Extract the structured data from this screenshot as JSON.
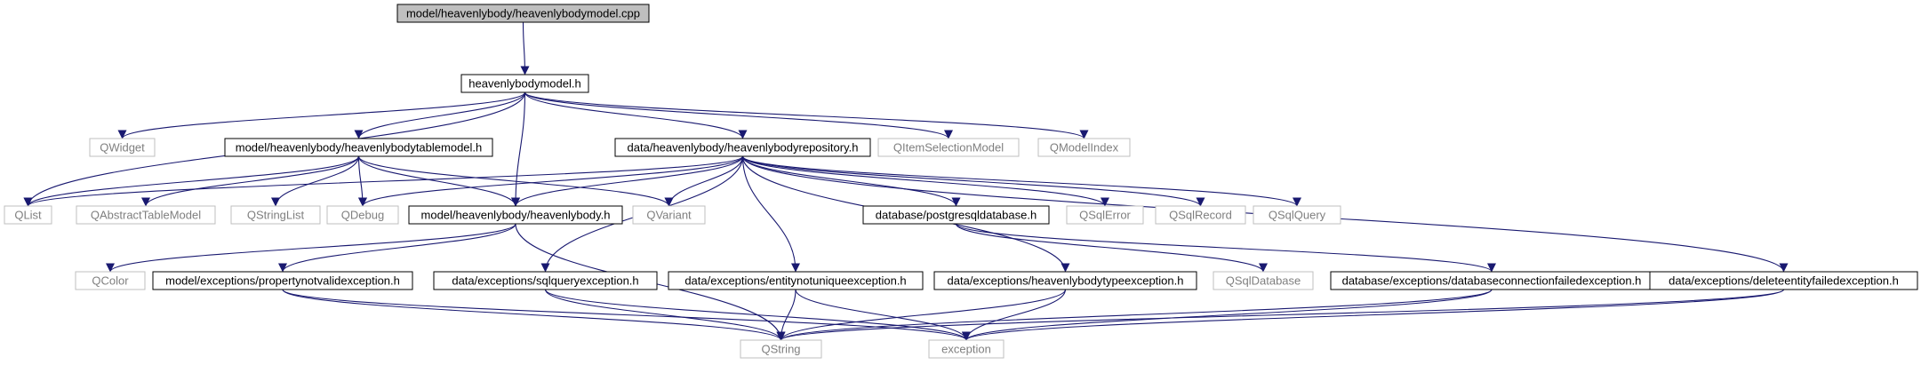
{
  "colors": {
    "edge": "#191970",
    "box_border_doc": "#000000",
    "box_border_ext": "#bfbfbf",
    "root_fill": "#bfbfbf",
    "doc_text": "#000000",
    "ext_text": "#7f7f7f"
  },
  "nodes": [
    {
      "id": "root",
      "label": "model/heavenlybody/heavenlybodymodel.cpp",
      "kind": "root"
    },
    {
      "id": "hbmodel",
      "label": "heavenlybodymodel.h",
      "kind": "doc"
    },
    {
      "id": "qwidget",
      "label": "QWidget",
      "kind": "ext"
    },
    {
      "id": "tablemodel",
      "label": "model/heavenlybody/heavenlybodytablemodel.h",
      "kind": "doc"
    },
    {
      "id": "repo",
      "label": "data/heavenlybody/heavenlybodyrepository.h",
      "kind": "doc"
    },
    {
      "id": "qitemsel",
      "label": "QItemSelectionModel",
      "kind": "ext"
    },
    {
      "id": "qmodelindex",
      "label": "QModelIndex",
      "kind": "ext"
    },
    {
      "id": "qlist",
      "label": "QList",
      "kind": "ext"
    },
    {
      "id": "qabstract",
      "label": "QAbstractTableModel",
      "kind": "ext"
    },
    {
      "id": "qstringlist",
      "label": "QStringList",
      "kind": "ext"
    },
    {
      "id": "qdebug",
      "label": "QDebug",
      "kind": "ext"
    },
    {
      "id": "hb",
      "label": "model/heavenlybody/heavenlybody.h",
      "kind": "doc"
    },
    {
      "id": "qvariant",
      "label": "QVariant",
      "kind": "ext"
    },
    {
      "id": "pgdb",
      "label": "database/postgresqldatabase.h",
      "kind": "doc"
    },
    {
      "id": "qsqlerror",
      "label": "QSqlError",
      "kind": "ext"
    },
    {
      "id": "qsqlrecord",
      "label": "QSqlRecord",
      "kind": "ext"
    },
    {
      "id": "qsqlquery",
      "label": "QSqlQuery",
      "kind": "ext"
    },
    {
      "id": "qcolor",
      "label": "QColor",
      "kind": "ext"
    },
    {
      "id": "propexc",
      "label": "model/exceptions/propertynotvalidexception.h",
      "kind": "doc"
    },
    {
      "id": "sqlexc",
      "label": "data/exceptions/sqlqueryexception.h",
      "kind": "doc"
    },
    {
      "id": "entexc",
      "label": "data/exceptions/entitynotuniqueexception.h",
      "kind": "doc"
    },
    {
      "id": "hbtypeexc",
      "label": "data/exceptions/heavenlybodytypeexception.h",
      "kind": "doc"
    },
    {
      "id": "qsqldb",
      "label": "QSqlDatabase",
      "kind": "ext"
    },
    {
      "id": "dbconnexc",
      "label": "database/exceptions/databaseconnectionfailedexception.h",
      "kind": "doc"
    },
    {
      "id": "delexc",
      "label": "data/exceptions/deleteentityfailedexception.h",
      "kind": "doc"
    },
    {
      "id": "qstring",
      "label": "QString",
      "kind": "ext"
    },
    {
      "id": "exception",
      "label": "exception",
      "kind": "ext"
    }
  ],
  "edges": [
    [
      "root",
      "hbmodel"
    ],
    [
      "hbmodel",
      "qwidget"
    ],
    [
      "hbmodel",
      "tablemodel"
    ],
    [
      "hbmodel",
      "repo"
    ],
    [
      "hbmodel",
      "qitemsel"
    ],
    [
      "hbmodel",
      "qmodelindex"
    ],
    [
      "hbmodel",
      "qlist"
    ],
    [
      "hbmodel",
      "hb"
    ],
    [
      "tablemodel",
      "qlist"
    ],
    [
      "tablemodel",
      "qabstract"
    ],
    [
      "tablemodel",
      "qstringlist"
    ],
    [
      "tablemodel",
      "qdebug"
    ],
    [
      "tablemodel",
      "hb"
    ],
    [
      "tablemodel",
      "qvariant"
    ],
    [
      "repo",
      "qlist"
    ],
    [
      "repo",
      "qdebug"
    ],
    [
      "repo",
      "hb"
    ],
    [
      "repo",
      "qvariant"
    ],
    [
      "repo",
      "pgdb"
    ],
    [
      "repo",
      "qsqlerror"
    ],
    [
      "repo",
      "qsqlrecord"
    ],
    [
      "repo",
      "qsqlquery"
    ],
    [
      "repo",
      "sqlexc"
    ],
    [
      "repo",
      "entexc"
    ],
    [
      "repo",
      "hbtypeexc"
    ],
    [
      "repo",
      "delexc"
    ],
    [
      "hb",
      "qcolor"
    ],
    [
      "hb",
      "propexc"
    ],
    [
      "hb",
      "qstring"
    ],
    [
      "pgdb",
      "qsqldb"
    ],
    [
      "pgdb",
      "dbconnexc"
    ],
    [
      "propexc",
      "qstring"
    ],
    [
      "propexc",
      "exception"
    ],
    [
      "sqlexc",
      "qstring"
    ],
    [
      "sqlexc",
      "exception"
    ],
    [
      "entexc",
      "qstring"
    ],
    [
      "entexc",
      "exception"
    ],
    [
      "hbtypeexc",
      "qstring"
    ],
    [
      "hbtypeexc",
      "exception"
    ],
    [
      "dbconnexc",
      "qstring"
    ],
    [
      "dbconnexc",
      "exception"
    ],
    [
      "delexc",
      "qstring"
    ],
    [
      "delexc",
      "exception"
    ]
  ]
}
